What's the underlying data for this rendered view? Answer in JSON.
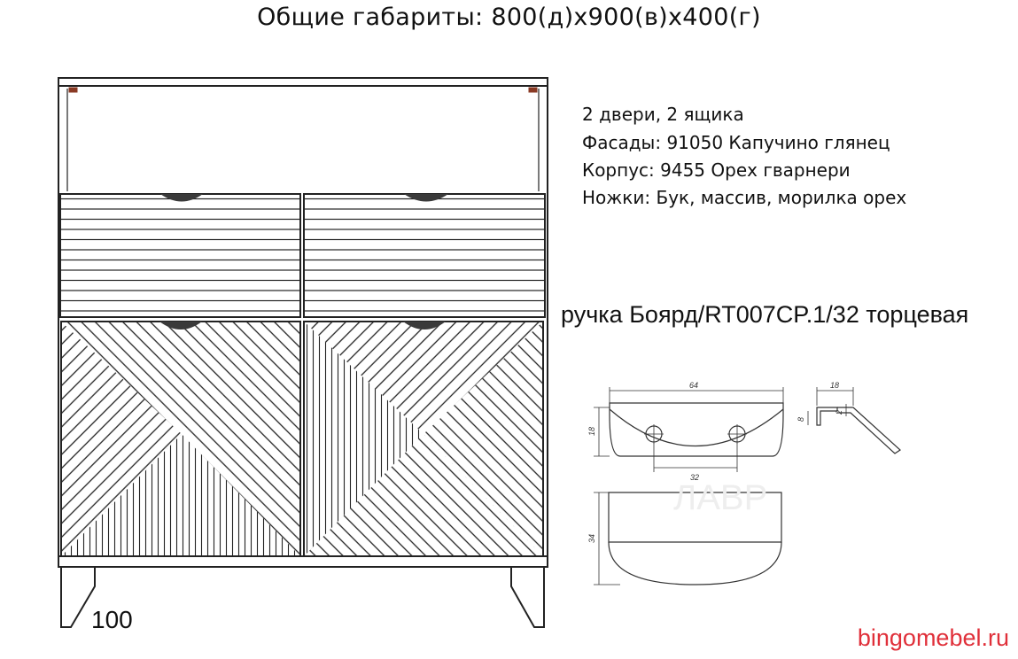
{
  "title": "Общие габариты: 800(д)х900(в)х400(г)",
  "specs": {
    "doors_drawers": "2 двери, 2 ящика",
    "facades": "Фасады: 91050 Капучино глянец",
    "body": "Корпус: 9455 Орех гварнери",
    "legs": "Ножки: Бук, массив, морилка орех"
  },
  "handle": {
    "title": "ручка Боярд/RT007CP.1/32 торцевая",
    "dims": {
      "width": "64",
      "height": "18",
      "spacing": "32",
      "depth": "34",
      "profile_width": "18",
      "profile_height": "8",
      "profile_thickness": "2"
    },
    "watermark": "ЛАВР"
  },
  "leg_height": "100",
  "website": "bingomebel.ru"
}
